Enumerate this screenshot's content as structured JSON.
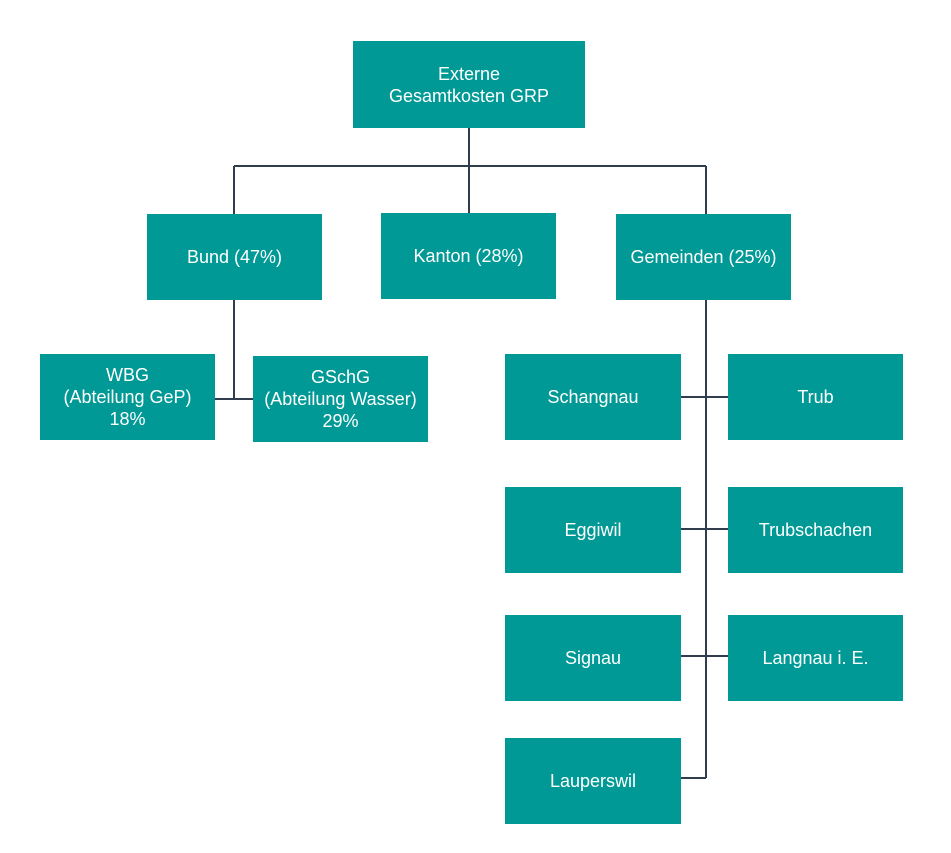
{
  "diagram": {
    "root": {
      "line1": "Externe",
      "line2": "Gesamtkosten GRP"
    },
    "level1": {
      "bund": "Bund (47%)",
      "kanton": "Kanton (28%)",
      "gemeinden": "Gemeinden (25%)"
    },
    "bund_children": {
      "wbg": {
        "line1": "WBG",
        "line2": "(Abteilung GeP)",
        "line3": "18%"
      },
      "gschg": {
        "line1": "GSchG",
        "line2": "(Abteilung Wasser)",
        "line3": "29%"
      }
    },
    "gemeinden_children": {
      "schangnau": "Schangnau",
      "trub": "Trub",
      "eggiwil": "Eggiwil",
      "trubschachen": "Trubschachen",
      "signau": "Signau",
      "langnau": "Langnau i. E.",
      "lauperswil": "Lauperswil"
    },
    "colors": {
      "box_fill": "#009995",
      "box_text": "#ffffff",
      "connector": "#2f3d4c"
    }
  }
}
